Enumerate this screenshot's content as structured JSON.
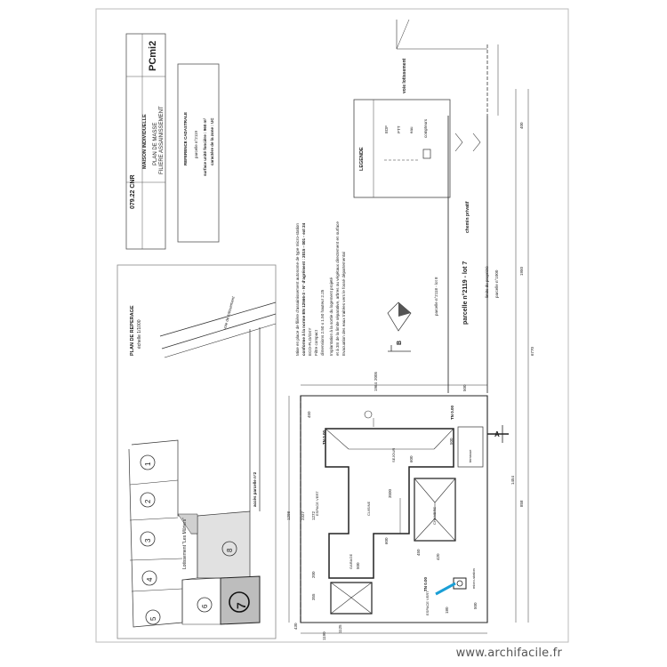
{
  "watermark": "www.archifacile.fr",
  "cartouche": {
    "ref": "079.22 CNR",
    "sheet_code": "PCmi2",
    "project": "MAISON INDIVIDUELLE",
    "subtitle": "PLAN DE MASSE",
    "subtitle2": "FILIERE ASSAINISSEMENT"
  },
  "cadastre": {
    "heading": "REFERENCE CADASTRALE",
    "line1": "parcelle n°2119",
    "surface": "surface unité foncière : 960 m²",
    "zone": "caractère de la zone : UC"
  },
  "legend": {
    "title": "LEGENDE",
    "items": [
      "EDF",
      "PTT",
      "eau",
      "compteurs"
    ]
  },
  "notes": {
    "line1": "Mise en place de filière d'assainissement autonome de type micro-station",
    "line2": "conforme à la norme EN 12566-3 - N° d'agrément : 2015 - 001 - ext 24",
    "line3": "ECO-FLO/OXY",
    "line4": "Filtre compact",
    "line5": "dimensions 2.50 x 1.50 hauteur 2.25",
    "line6": "Implantation à la sortie du logement projeté",
    "line7": "et à 3m de la limite séparative, arbres ou végétaux directement en surface",
    "line8": "Evacuation des eaux traitées vers le fossé départemental"
  },
  "situation": {
    "title": "PLAN DE REPERAGE",
    "scale": "échelle 1/1000",
    "road": "voie de lotissement",
    "lot_label": "Lotissement \"Les Mûriers\"",
    "access": "accès parcelle n°2",
    "lots": [
      "1",
      "2",
      "3",
      "4",
      "5",
      "6",
      "7",
      "8"
    ]
  },
  "plan": {
    "parcel_title": "parcelle n°2119 - lot 7",
    "parcel_neighbour": "parcelle n°2118 - lot 8",
    "chemin": "chemin privatif",
    "limite": "limite de propriété",
    "limite_parcel": "parcelle n°1000",
    "road": "voie lotissement",
    "section_a": "A",
    "section_b": "B",
    "dims": [
      "1964",
      "2005",
      "450",
      "500",
      "3500",
      "600",
      "1454",
      "1272",
      "2327",
      "1298",
      "500",
      "450",
      "420",
      "600",
      "500",
      "1125",
      "1190",
      "200",
      "355",
      "180",
      "500",
      "858",
      "1950",
      "6770",
      "430",
      "400"
    ],
    "levels": [
      "TN 0.00",
      "TN 0.00",
      "TN 0.00"
    ],
    "labels": [
      "ESPACE VERT",
      "ESPACE VERT",
      "SEJOUR",
      "GARAGE",
      "CUISINE",
      "CHAMBRE",
      "terrasse",
      "micro-station"
    ]
  },
  "colors": {
    "ink": "#2a2a2a",
    "lot7": "#bdbdbd",
    "lot8": "#e1e1e1",
    "cyan": "#1a9fd6"
  }
}
